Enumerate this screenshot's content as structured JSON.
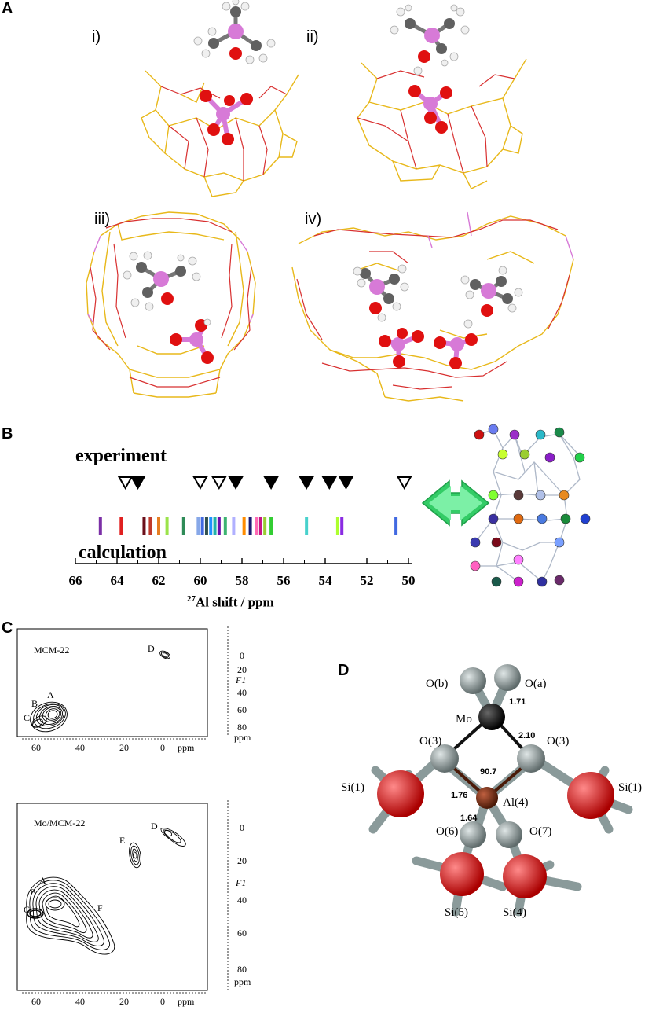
{
  "panels": {
    "a": {
      "letter": "A",
      "subpanels": [
        "i)",
        "ii)",
        "iii)",
        "iv)"
      ]
    },
    "b": {
      "letter": "B",
      "experiment_label": "experiment",
      "calculation_label": "calculation",
      "axis_title_sup": "27",
      "axis_title_rest": "Al shift / ppm",
      "ticks": [
        "66",
        "64",
        "62",
        "60",
        "58",
        "56",
        "54",
        "52",
        "50"
      ],
      "experiment_markers": [
        {
          "ppm": 63.6,
          "filled": false
        },
        {
          "ppm": 63.0,
          "filled": true
        },
        {
          "ppm": 60.0,
          "filled": false
        },
        {
          "ppm": 59.1,
          "filled": false
        },
        {
          "ppm": 58.3,
          "filled": true
        },
        {
          "ppm": 56.6,
          "filled": true
        },
        {
          "ppm": 54.9,
          "filled": true
        },
        {
          "ppm": 53.8,
          "filled": true
        },
        {
          "ppm": 53.0,
          "filled": true
        },
        {
          "ppm": 50.2,
          "filled": false
        }
      ],
      "calc_lines": [
        {
          "ppm": 64.8,
          "color": "#7b2fa6"
        },
        {
          "ppm": 63.8,
          "color": "#e02020"
        },
        {
          "ppm": 62.7,
          "color": "#6b0f1a"
        },
        {
          "ppm": 62.4,
          "color": "#c0392b"
        },
        {
          "ppm": 62.0,
          "color": "#e67e22"
        },
        {
          "ppm": 61.6,
          "color": "#9be34a"
        },
        {
          "ppm": 60.8,
          "color": "#2e8b57"
        },
        {
          "ppm": 60.1,
          "color": "#87a8e8"
        },
        {
          "ppm": 59.9,
          "color": "#4169e1"
        },
        {
          "ppm": 59.7,
          "color": "#2f4f4f"
        },
        {
          "ppm": 59.5,
          "color": "#1e90ff"
        },
        {
          "ppm": 59.3,
          "color": "#20b2aa"
        },
        {
          "ppm": 59.1,
          "color": "#6a0dad"
        },
        {
          "ppm": 58.8,
          "color": "#3cb371"
        },
        {
          "ppm": 58.4,
          "color": "#b0b0ff"
        },
        {
          "ppm": 57.9,
          "color": "#ff8c00"
        },
        {
          "ppm": 57.6,
          "color": "#191970"
        },
        {
          "ppm": 57.3,
          "color": "#ff69b4"
        },
        {
          "ppm": 57.1,
          "color": "#c71585"
        },
        {
          "ppm": 56.9,
          "color": "#9acd32"
        },
        {
          "ppm": 56.6,
          "color": "#32cd32"
        },
        {
          "ppm": 54.9,
          "color": "#48d1cc"
        },
        {
          "ppm": 53.4,
          "color": "#adff2f"
        },
        {
          "ppm": 53.2,
          "color": "#8a2be2"
        },
        {
          "ppm": 50.6,
          "color": "#4169e1"
        }
      ]
    },
    "c": {
      "letter": "C",
      "top": {
        "title": "MCM-22",
        "peaks": [
          "A",
          "B",
          "C",
          "D"
        ],
        "f1": "F1",
        "y_ticks": [
          "0",
          "20",
          "40",
          "60",
          "80"
        ],
        "y_unit": "ppm",
        "x_ticks": [
          "60",
          "40",
          "20",
          "0"
        ],
        "x_unit": "ppm"
      },
      "bottom": {
        "title": "Mo/MCM-22",
        "peaks": [
          "A",
          "B",
          "C",
          "D",
          "E",
          "F"
        ],
        "f1": "F1",
        "y_ticks": [
          "0",
          "20",
          "40",
          "60",
          "80"
        ],
        "y_unit": "ppm",
        "x_ticks": [
          "60",
          "40",
          "20",
          "0"
        ],
        "x_unit": "ppm"
      }
    },
    "d": {
      "letter": "D",
      "atoms": [
        "O(b)",
        "O(a)",
        "Mo",
        "O(3)",
        "O(3)",
        "Si(1)",
        "Si(1)",
        "Al(4)",
        "O(6)",
        "O(7)",
        "Si(5)",
        "Si(4)"
      ],
      "distances": [
        "1.71",
        "2.10",
        "90.7",
        "1.76",
        "1.64"
      ]
    }
  },
  "colors": {
    "oxygen": "#e01010",
    "phosphorus": "#d77ad7",
    "carbon": "#707070",
    "hydrogen": "#f2f2f2",
    "framework_si": "#f2c430",
    "framework_o": "#d83030",
    "arrow": "#44dd77",
    "mo": "#111111",
    "al": "#8b3a1a",
    "si_d": "#ee2020",
    "o_d": "#8e9a9a"
  }
}
